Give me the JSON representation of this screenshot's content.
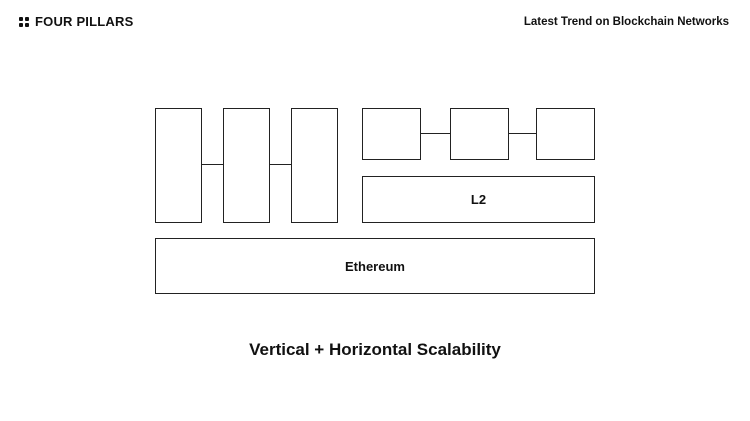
{
  "header": {
    "brand": "FOUR PILLARS",
    "subtitle": "Latest Trend on Blockchain Networks"
  },
  "diagram": {
    "l2_label": "L2",
    "base_label": "Ethereum"
  },
  "caption": "Vertical + Horizontal Scalability"
}
